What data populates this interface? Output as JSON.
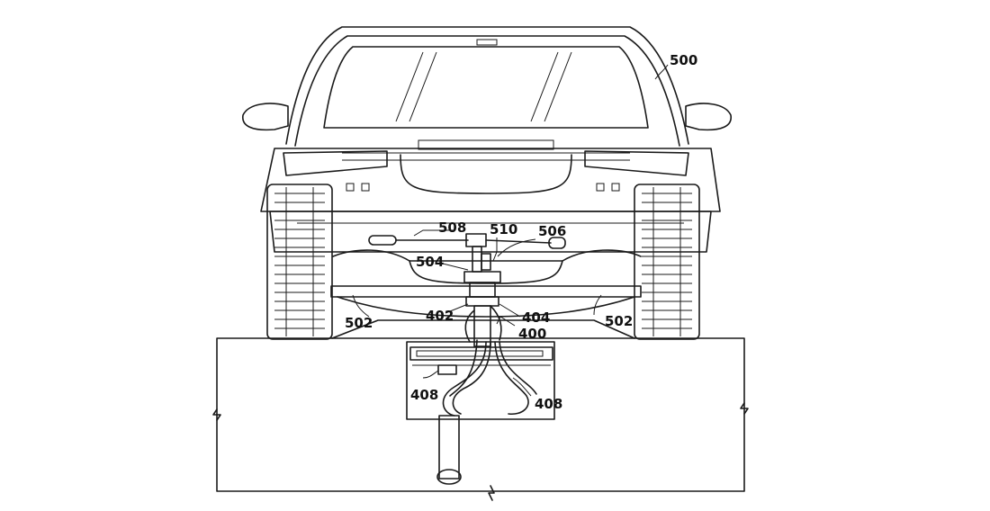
{
  "figure": {
    "labels": {
      "vehicle": "500",
      "beam_left": "502",
      "beam_right": "502",
      "bracket": "504",
      "arm_cable": "506",
      "arm": "508",
      "joint": "510",
      "assembly": "400",
      "connector_left": "402",
      "connector_right": "404",
      "cable_left": "408",
      "cable_right": "408"
    }
  }
}
